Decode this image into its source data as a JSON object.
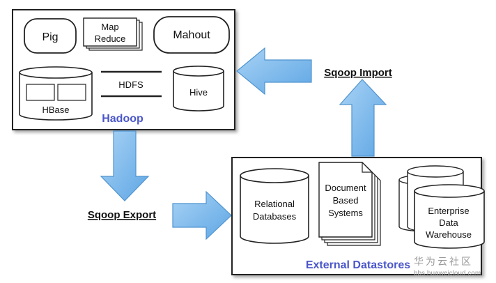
{
  "hadoop": {
    "title": "Hadoop",
    "pig": "Pig",
    "mapreduce_line1": "Map",
    "mapreduce_line2": "Reduce",
    "mahout": "Mahout",
    "hbase": "HBase",
    "hdfs": "HDFS",
    "hive": "Hive"
  },
  "arrows": {
    "import_label": "Sqoop Import",
    "export_label": "Sqoop Export"
  },
  "datastores": {
    "title": "External Datastores",
    "relational_line1": "Relational",
    "relational_line2": "Databases",
    "document_line1": "Document",
    "document_line2": "Based",
    "document_line3": "Systems",
    "warehouse_line1": "Enterprise",
    "warehouse_line2": "Data",
    "warehouse_line3": "Warehouse"
  },
  "watermark": {
    "brand": "华为云社区",
    "url": "bbs.huaweicloud.com"
  },
  "colors": {
    "arrow_fill": "#7fbbed",
    "arrow_stroke": "#4f93cf",
    "title_blue": "#4a56c8"
  }
}
